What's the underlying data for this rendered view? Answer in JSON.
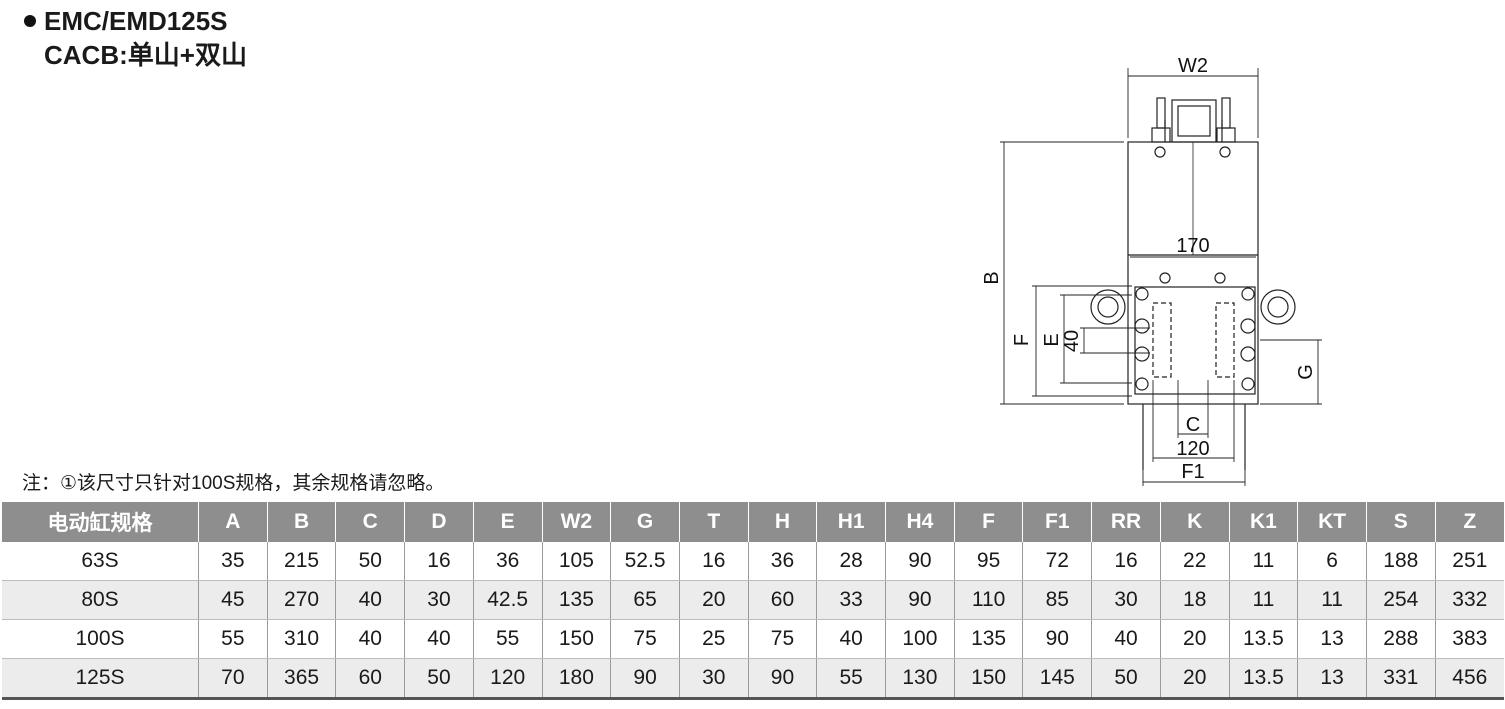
{
  "title": {
    "model": "EMC/EMD125S",
    "subtitle": "CACB:单山+双山"
  },
  "drawing": {
    "labels": {
      "w2": "W2",
      "b": "B",
      "f": "F",
      "e": "E",
      "d40": "40",
      "d170": "170",
      "g": "G",
      "c": "C",
      "d120": "120",
      "f1": "F1"
    }
  },
  "note": "注：①该尺寸只针对100S规格，其余规格请忽略。",
  "table": {
    "headers": [
      "电动缸规格",
      "A",
      "B",
      "C",
      "D",
      "E",
      "W2",
      "G",
      "T",
      "H",
      "H1",
      "H4",
      "F",
      "F1",
      "RR",
      "K",
      "K1",
      "KT",
      "S",
      "Z"
    ],
    "rows": [
      [
        "63S",
        "35",
        "215",
        "50",
        "16",
        "36",
        "105",
        "52.5",
        "16",
        "36",
        "28",
        "90",
        "95",
        "72",
        "16",
        "22",
        "11",
        "6",
        "188",
        "251"
      ],
      [
        "80S",
        "45",
        "270",
        "40",
        "30",
        "42.5",
        "135",
        "65",
        "20",
        "60",
        "33",
        "90",
        "110",
        "85",
        "30",
        "18",
        "11",
        "11",
        "254",
        "332"
      ],
      [
        "100S",
        "55",
        "310",
        "40",
        "40",
        "55",
        "150",
        "75",
        "25",
        "75",
        "40",
        "100",
        "135",
        "90",
        "40",
        "20",
        "13.5",
        "13",
        "288",
        "383"
      ],
      [
        "125S",
        "70",
        "365",
        "60",
        "50",
        "120",
        "180",
        "90",
        "30",
        "90",
        "55",
        "130",
        "150",
        "145",
        "50",
        "20",
        "13.5",
        "13",
        "331",
        "456"
      ]
    ]
  },
  "colors": {
    "header_bg": "#8e8e8e",
    "alt_row_bg": "#ececec"
  }
}
